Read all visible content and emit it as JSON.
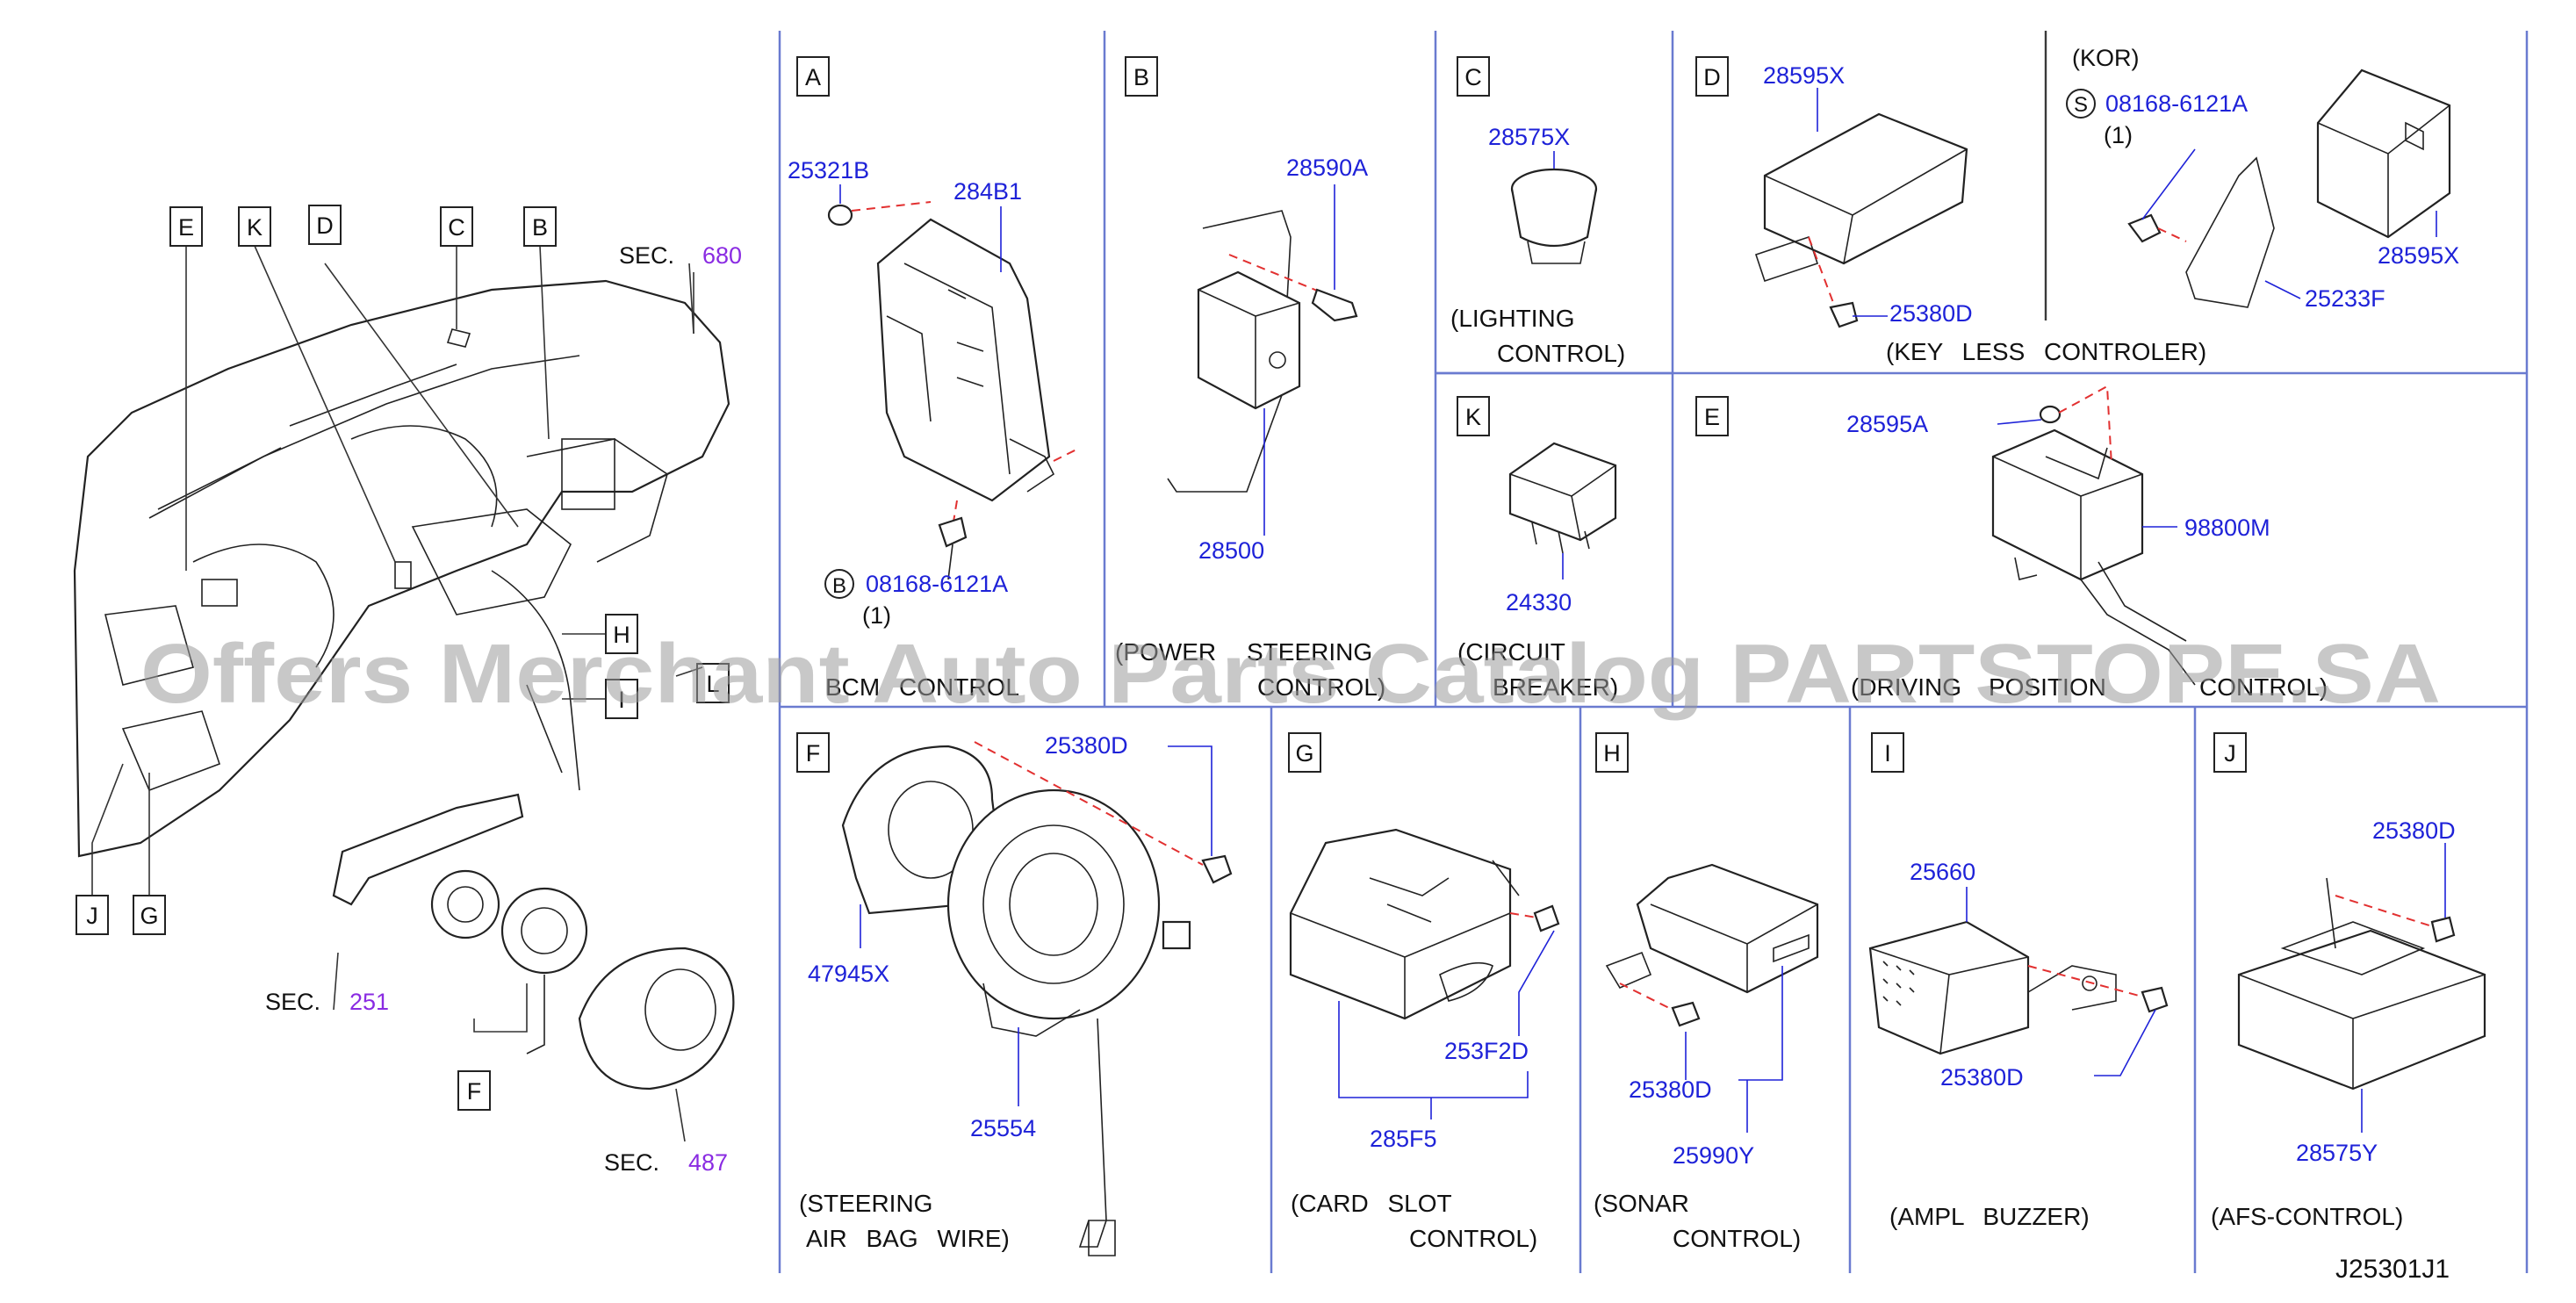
{
  "panels": {
    "A": {
      "letter": "A",
      "parts": [
        "25321B",
        "284B1",
        "08168-6121A"
      ],
      "bolt_marker": "B",
      "qty": "(1)",
      "caption": [
        "BCM",
        "CONTROL"
      ]
    },
    "B": {
      "letter": "B",
      "parts": [
        "28590A",
        "28500"
      ],
      "caption": [
        "(POWER",
        "STEERING",
        "CONTROL)"
      ]
    },
    "C": {
      "letter": "C",
      "parts": [
        "28575X"
      ],
      "caption": [
        "(LIGHTING",
        "CONTROL)"
      ]
    },
    "D": {
      "letter": "D",
      "parts": [
        "28595X",
        "25380D",
        "08168-6121A",
        "28595X",
        "25233F"
      ],
      "region": "(KOR)",
      "bolt_marker": "S",
      "qty": "(1)",
      "caption": [
        "(KEY",
        "LESS",
        "CONTROLER)"
      ]
    },
    "K": {
      "letter": "K",
      "parts": [
        "24330"
      ],
      "caption": [
        "(CIRCUIT",
        "BREAKER)"
      ]
    },
    "E": {
      "letter": "E",
      "parts": [
        "28595A",
        "98800M"
      ],
      "caption": [
        "(DRIVING",
        "POSITION",
        "CONTROL)"
      ]
    },
    "F": {
      "letter": "F",
      "parts": [
        "25380D",
        "47945X",
        "25554"
      ],
      "caption": [
        "(STEERING",
        "AIR",
        "BAG",
        "WIRE)"
      ]
    },
    "G": {
      "letter": "G",
      "parts": [
        "253F2D",
        "285F5"
      ],
      "caption": [
        "(CARD",
        "SLOT",
        "CONTROL)"
      ]
    },
    "H": {
      "letter": "H",
      "parts": [
        "25380D",
        "25990Y"
      ],
      "caption": [
        "(SONAR",
        "CONTROL)"
      ]
    },
    "I": {
      "letter": "I",
      "parts": [
        "25660",
        "25380D"
      ],
      "caption": [
        "(AMPL",
        "BUZZER)"
      ]
    },
    "J": {
      "letter": "J",
      "parts": [
        "25380D",
        "28575Y"
      ],
      "caption": [
        "(AFS-CONTROL)"
      ]
    }
  },
  "overview": {
    "labels": [
      "E",
      "K",
      "D",
      "C",
      "B",
      "H",
      "I",
      "J",
      "G",
      "F",
      "L"
    ],
    "sections": [
      {
        "prefix": "SEC.",
        "number": "680"
      },
      {
        "prefix": "SEC.",
        "number": "251"
      },
      {
        "prefix": "SEC.",
        "number": "487"
      }
    ]
  },
  "watermark": "Offers Merchant Auto Parts Catalog PARTSTOPE.SA",
  "drawing_id": "J25301J1",
  "colors": {
    "part_number": "#1e22d8",
    "section_number": "#8a2be2",
    "leader_dash": "#e23030",
    "separator": "#6a7bd0"
  }
}
